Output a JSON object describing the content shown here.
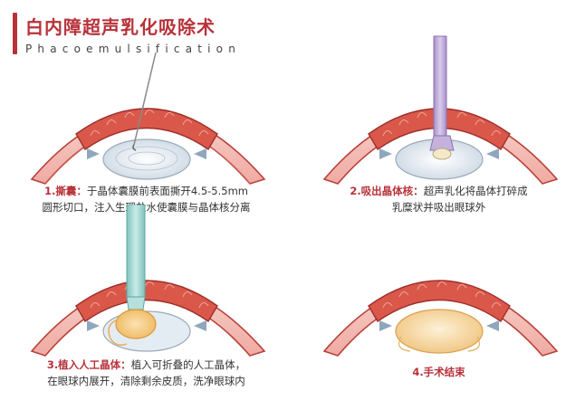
{
  "header": {
    "title": "白内障超声乳化吸除术",
    "subtitle": "Phacoemulsification"
  },
  "steps": [
    {
      "label": "1.撕囊：",
      "line1": "于晶体囊膜前表面撕开4.5-5.5mm",
      "line2": "圆形切口，注入生理盐水使囊膜与晶体核分离"
    },
    {
      "label": "2.吸出晶体核：",
      "line1": "超声乳化将晶体打碎成",
      "line2": "乳糜状并吸出眼球外"
    },
    {
      "label": "3.植入人工晶体：",
      "line1": "植入可折叠的人工晶体，",
      "line2": "在眼球内展开，清除剩余皮质，洗净眼球内"
    },
    {
      "label": "4.手术结束",
      "line1": "",
      "line2": ""
    }
  ],
  "colors": {
    "accent": "#b8323a",
    "cornea": "#f5c2bc",
    "iris": "#d9584a",
    "iris_dark": "#b8403a",
    "lens": "#dfe7ef",
    "iol": "#f2c27a",
    "probe_purple": "#c9b6df",
    "probe_teal": "#9fd3d0"
  }
}
